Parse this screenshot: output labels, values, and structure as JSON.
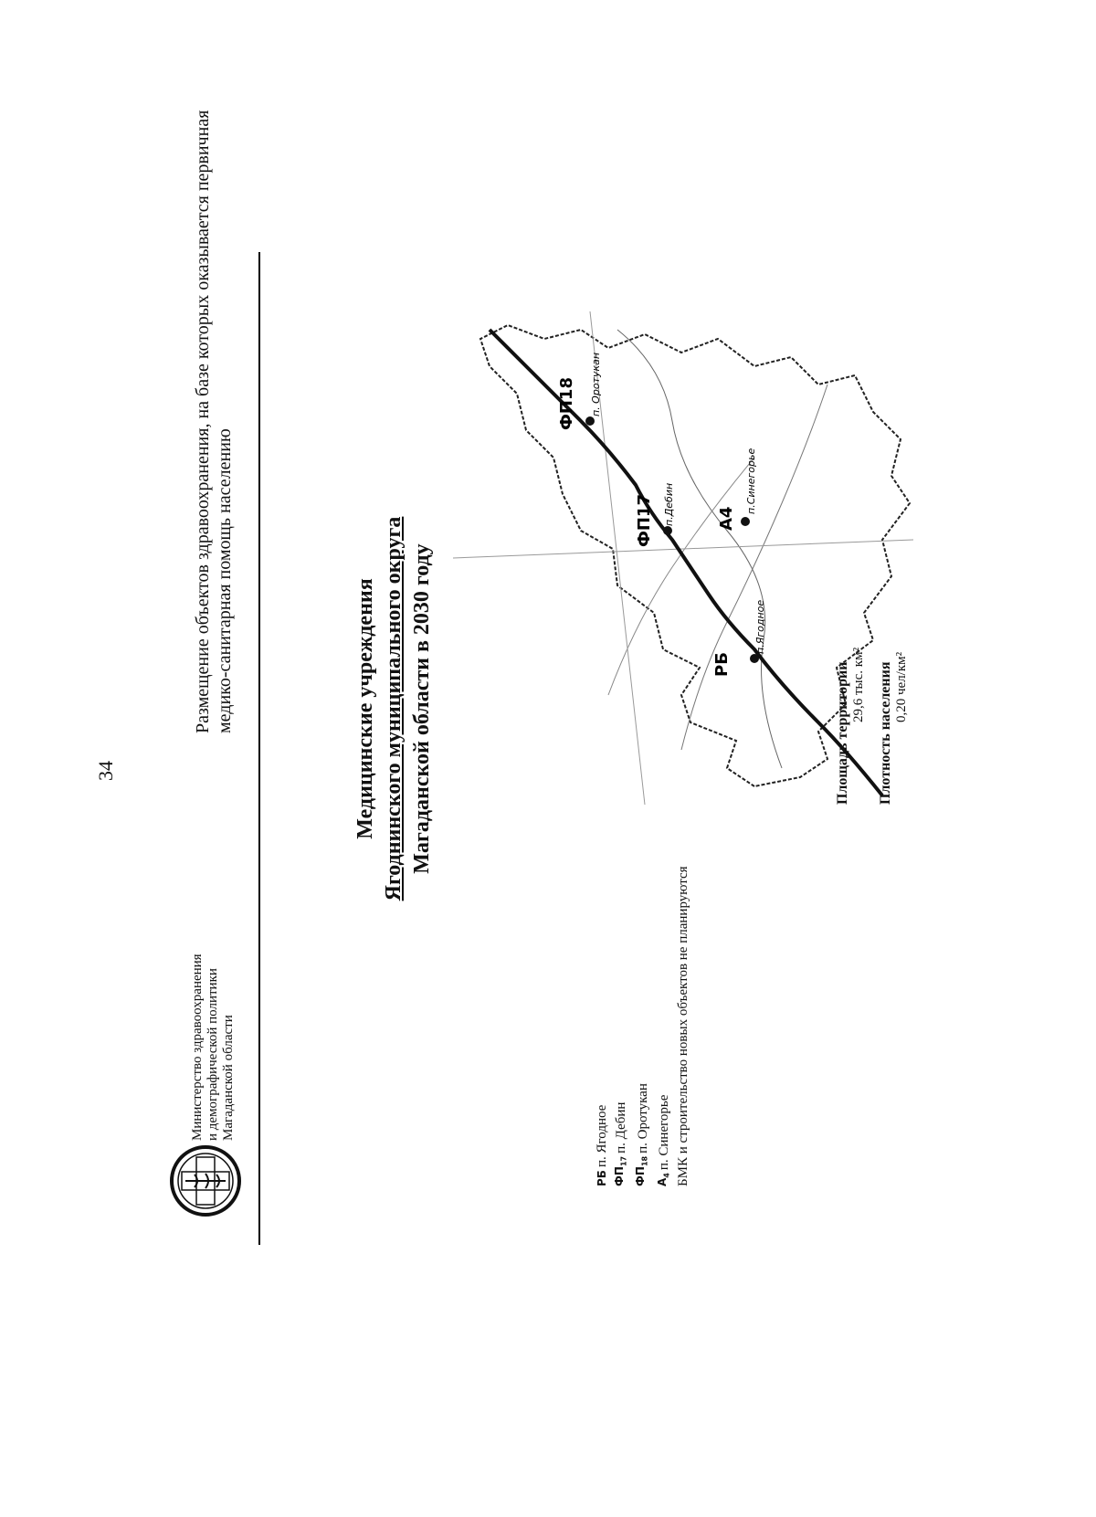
{
  "page": {
    "number": "34"
  },
  "header": {
    "ministry": [
      "Министерство здравоохранения",
      "и демографической политики",
      "Магаданской области"
    ],
    "description": "Размещение объектов здравоохранения, на базе которых оказывается первичная медико-санитарная помощь населению"
  },
  "title": {
    "line1": "Медицинские учреждения",
    "line2": "Ягоднинского муниципального округа",
    "line3": "Магаданской области в 2030 году"
  },
  "legend": {
    "items": [
      {
        "code": "РБ",
        "sub": "",
        "place": "п. Ягодное"
      },
      {
        "code": "ФП",
        "sub": "17",
        "place": "п. Дебин"
      },
      {
        "code": "ФП",
        "sub": "18",
        "place": "п. Оротукан"
      },
      {
        "code": "А",
        "sub": "4",
        "place": "п. Синегорье"
      }
    ],
    "note": "БМК и строительство новых объектов не планируются"
  },
  "stats": {
    "area_label": "Площадь территории",
    "area_value": "29,6 тыс. км²",
    "density_label": "Плотность населения",
    "density_value": "0,20 чел/км²"
  },
  "map": {
    "labels": {
      "rb": "РБ",
      "yagodnoe": "п.Ягодное",
      "fp17": "ФП17",
      "debin": "п.Дебин",
      "fp18": "ФП18",
      "orotukan": "п. Оротукан",
      "a4": "А4",
      "sinegorie": "п.Синегорье"
    }
  }
}
